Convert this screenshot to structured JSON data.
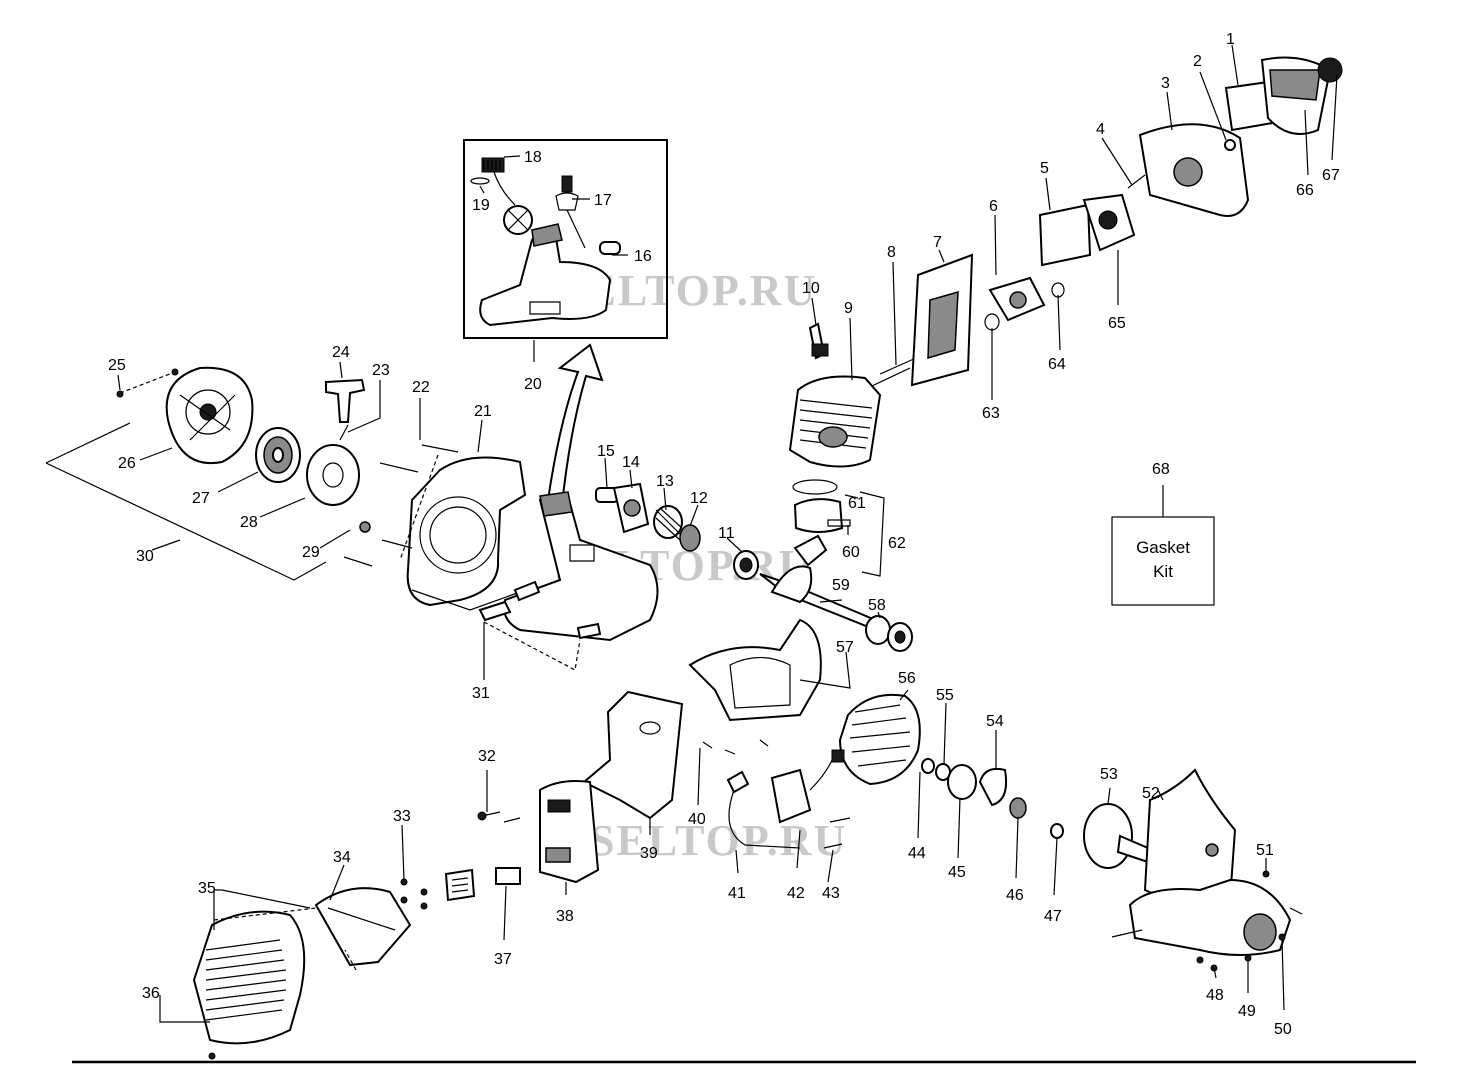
{
  "watermark": "SELTOP.RU",
  "gasket_box": {
    "line1": "Gasket",
    "line2": "Kit"
  },
  "callouts": {
    "c1": "1",
    "c2": "2",
    "c3": "3",
    "c4": "4",
    "c5": "5",
    "c6": "6",
    "c7": "7",
    "c8": "8",
    "c9": "9",
    "c10": "10",
    "c11": "11",
    "c12": "12",
    "c13": "13",
    "c14": "14",
    "c15": "15",
    "c16": "16",
    "c17": "17",
    "c18": "18",
    "c19": "19",
    "c20": "20",
    "c21": "21",
    "c22": "22",
    "c23": "23",
    "c24": "24",
    "c25": "25",
    "c26": "26",
    "c27": "27",
    "c28": "28",
    "c29": "29",
    "c30": "30",
    "c31": "31",
    "c32": "32",
    "c33": "33",
    "c34": "34",
    "c35": "35",
    "c36": "36",
    "c37": "37",
    "c38": "38",
    "c39": "39",
    "c40": "40",
    "c41": "41",
    "c42": "42",
    "c43": "43",
    "c44": "44",
    "c45": "45",
    "c46": "46",
    "c47": "47",
    "c48": "48",
    "c49": "49",
    "c50": "50",
    "c51": "51",
    "c52": "52",
    "c53": "53",
    "c54": "54",
    "c55": "55",
    "c56": "56",
    "c57": "57",
    "c58": "58",
    "c59": "59",
    "c60": "60",
    "c61": "61",
    "c62": "62",
    "c63": "63",
    "c64": "64",
    "c65": "65",
    "c66": "66",
    "c67": "67",
    "c68": "68"
  }
}
